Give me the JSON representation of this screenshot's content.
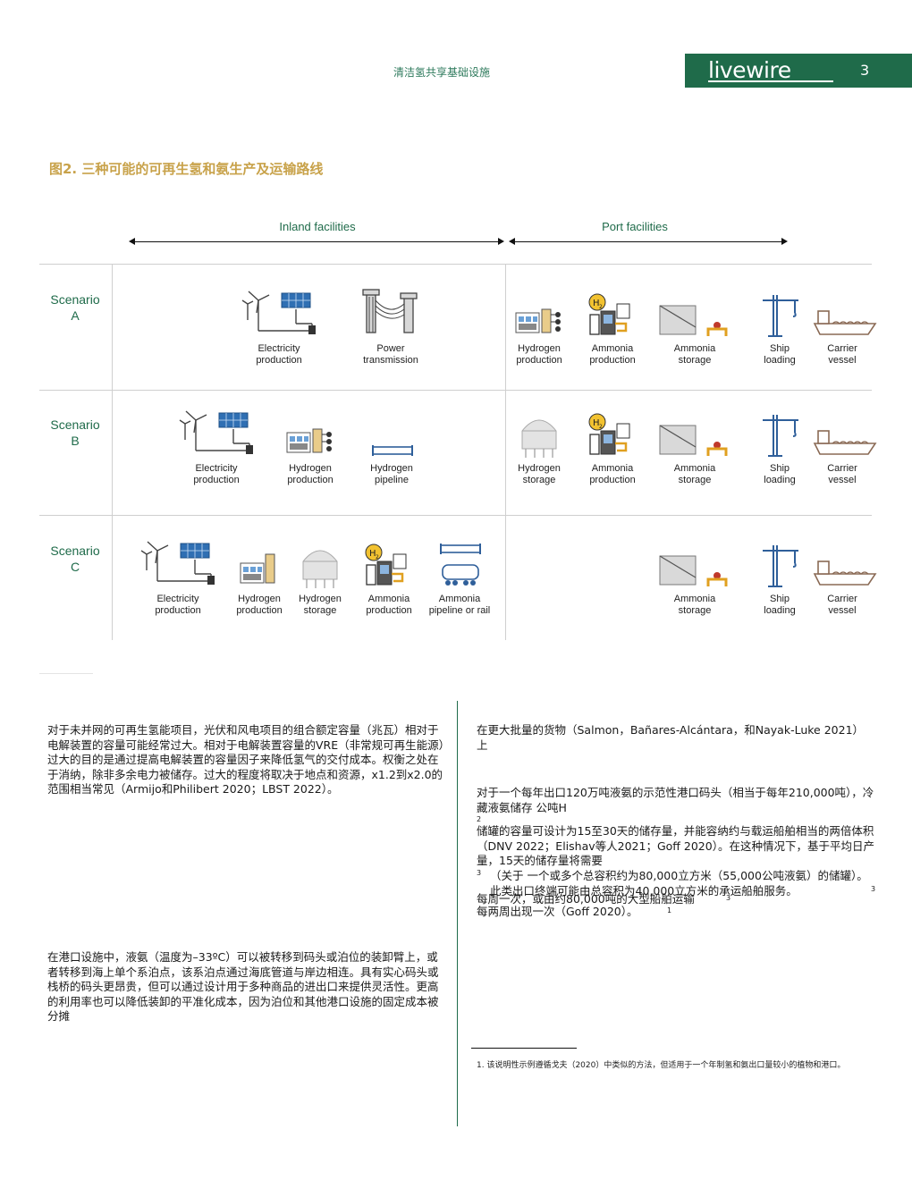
{
  "header": {
    "title": "清洁氢共享基础设施",
    "brand_logo": "livewire",
    "page_number": "3"
  },
  "figure": {
    "title": "图2. 三种可能的可再生氢和氨生产及运输路线",
    "sections": {
      "inland": "Inland facilities",
      "port": "Port facilities"
    },
    "scenarios": [
      {
        "label_line1": "Scenario",
        "label_line2": "A",
        "inland": [
          {
            "icon": "electricity-icon",
            "caption1": "Electricity",
            "caption2": "production"
          },
          {
            "icon": "power-transmission-icon",
            "caption1": "Power",
            "caption2": "transmission"
          }
        ],
        "port": [
          {
            "icon": "hydrogen-production-icon",
            "caption1": "Hydrogen",
            "caption2": "production"
          },
          {
            "icon": "ammonia-production-icon",
            "caption1": "Ammonia",
            "caption2": "production"
          },
          {
            "icon": "ammonia-storage-icon",
            "caption1": "Ammonia",
            "caption2": "storage"
          },
          {
            "icon": "ship-loading-icon",
            "caption1": "Ship",
            "caption2": "loading"
          },
          {
            "icon": "carrier-vessel-icon",
            "caption1": "Carrier",
            "caption2": "vessel"
          }
        ]
      },
      {
        "label_line1": "Scenario",
        "label_line2": "B",
        "inland": [
          {
            "icon": "electricity-icon",
            "caption1": "Electricity",
            "caption2": "production"
          },
          {
            "icon": "hydrogen-production-icon",
            "caption1": "Hydrogen",
            "caption2": "production"
          },
          {
            "icon": "hydrogen-pipeline-icon",
            "caption1": "Hydrogen",
            "caption2": "pipeline"
          }
        ],
        "port": [
          {
            "icon": "hydrogen-storage-icon",
            "caption1": "Hydrogen",
            "caption2": "storage"
          },
          {
            "icon": "ammonia-production-icon",
            "caption1": "Ammonia",
            "caption2": "production"
          },
          {
            "icon": "ammonia-storage-icon",
            "caption1": "Ammonia",
            "caption2": "storage"
          },
          {
            "icon": "ship-loading-icon",
            "caption1": "Ship",
            "caption2": "loading"
          },
          {
            "icon": "carrier-vessel-icon",
            "caption1": "Carrier",
            "caption2": "vessel"
          }
        ]
      },
      {
        "label_line1": "Scenario",
        "label_line2": "C",
        "inland": [
          {
            "icon": "electricity-icon",
            "caption1": "Electricity",
            "caption2": "production"
          },
          {
            "icon": "hydrogen-production-icon",
            "caption1": "Hydrogen",
            "caption2": "production"
          },
          {
            "icon": "hydrogen-storage-icon",
            "caption1": "Hydrogen",
            "caption2": "storage"
          },
          {
            "icon": "ammonia-production-icon",
            "caption1": "Ammonia",
            "caption2": "production"
          },
          {
            "icon": "ammonia-pipeline-rail-icon",
            "caption1": "Ammonia",
            "caption2": "pipeline or rail"
          }
        ],
        "port": [
          {
            "icon": "ammonia-storage-icon",
            "caption1": "Ammonia",
            "caption2": "storage"
          },
          {
            "icon": "ship-loading-icon",
            "caption1": "Ship",
            "caption2": "loading"
          },
          {
            "icon": "carrier-vessel-icon",
            "caption1": "Carrier",
            "caption2": "vessel"
          }
        ]
      }
    ]
  },
  "body": {
    "left_para1": "对于未并网的可再生氢能项目，光伏和风电项目的组合额定容量（兆瓦）相对于电解装置的容量可能经常过大。相对于电解装置容量的VRE（非常规可再生能源）过大的目的是通过提高电解装置的容量因子来降低氢气的交付成本。权衡之处在于消纳，除非多余电力被储存。过大的程度将取决于地点和资源，x1.2到x2.0的范围相当常见（Armijo和Philibert 2020；LBST 2022）。",
    "left_para2": "在港口设施中，液氨（温度为–33ºC）可以被转移到码头或泊位的装卸臂上，或者转移到海上单个系泊点，该系泊点通过海底管道与岸边相连。具有实心码头或栈桥的码头更昂贵，但可以通过设计用于多种商品的进出口来提供灵活性。更高的利用率也可以降低装卸的平准化成本，因为泊位和其他港口设施的固定成本被分摊",
    "right_para1": "在更大批量的货物（Salmon，Bañares-Alcántara，和Nayak-Luke 2021）上",
    "right_para2": "对于一个每年出口120万吨液氨的示范性港口码头（相当于每年210,000吨），冷藏液氨储存 公吨H",
    "right_sup1": "2",
    "right_para3": "储罐的容量可设计为15至30天的储存量，并能容纳约与载运船舶相当的两倍体积（DNV 2022；Elishav等人2021；Goff 2020）。在这种情况下，基于平均日产量，15天的储存量将需要",
    "right_sup2": "3",
    "right_para4": "（关于 一个或多个总容积约为80,000立方米（55,000公吨液氨）的储罐）。此类出口终端可能由总容积为40,000立方米的承运船舶服务。",
    "right_sup3": "3",
    "right_para5": "每周一次，或由约80,000吨的大型船舶运输",
    "right_sup4": "3",
    "right_para6": "每两周出现一次（Goff 2020）。",
    "right_sup5": "1",
    "footnote": "1. 该说明性示例遵循戈夫（2020）中类似的方法，但适用于一个年制氢和氨出口量较小的植物和港口。"
  }
}
